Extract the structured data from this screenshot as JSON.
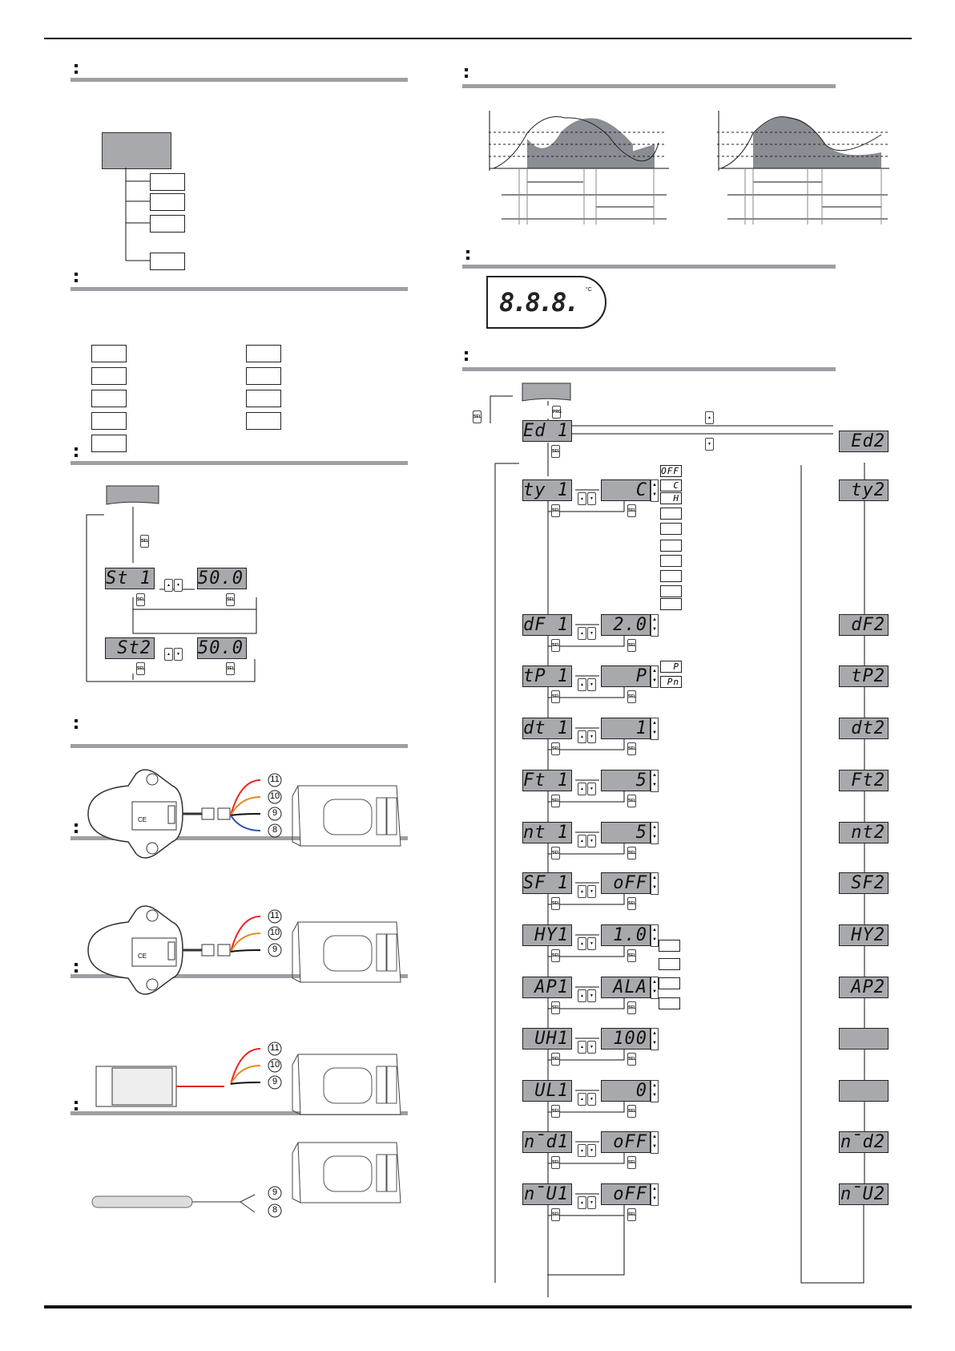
{
  "display_panel": {
    "digits": "8.8.8.",
    "unit": "°C"
  },
  "keys": {
    "sel": "SEL",
    "prg": "PRG",
    "up": "▲",
    "down": "▼"
  },
  "setpoint_flow": [
    {
      "param": "St 1",
      "value": "50.0"
    },
    {
      "param": "St2",
      "value": "50.0"
    }
  ],
  "terminals": {
    "t11": "11",
    "t10": "10",
    "t9": "9",
    "t8": "8"
  },
  "sensor_mark": "CE",
  "param_flow": {
    "left": [
      {
        "param": "Ed 1",
        "value": ""
      },
      {
        "param": "ty 1",
        "value": "C"
      },
      {
        "param": "dF 1",
        "value": "2.0"
      },
      {
        "param": "tP 1",
        "value": "P"
      },
      {
        "param": "dt 1",
        "value": "1"
      },
      {
        "param": "Ft 1",
        "value": "5"
      },
      {
        "param": "nt 1",
        "value": "5"
      },
      {
        "param": "SF 1",
        "value": "oFF"
      },
      {
        "param": "HY1",
        "value": "1.0"
      },
      {
        "param": "AP1",
        "value": "ALA"
      },
      {
        "param": "UH1",
        "value": "100"
      },
      {
        "param": "UL1",
        "value": "0"
      },
      {
        "param": "n̄d1",
        "value": "oFF"
      },
      {
        "param": "n̄U1",
        "value": "oFF"
      }
    ],
    "right": [
      "Ed2",
      "ty2",
      "dF2",
      "tP2",
      "dt2",
      "Ft2",
      "nt2",
      "SF2",
      "HY2",
      "AP2",
      "",
      "",
      "n̄d2",
      "n̄U2"
    ],
    "type_options": [
      "OFF",
      "C",
      "H",
      "",
      "",
      "",
      "",
      "",
      "",
      ""
    ],
    "probe_options": [
      "P",
      "Pn"
    ]
  }
}
